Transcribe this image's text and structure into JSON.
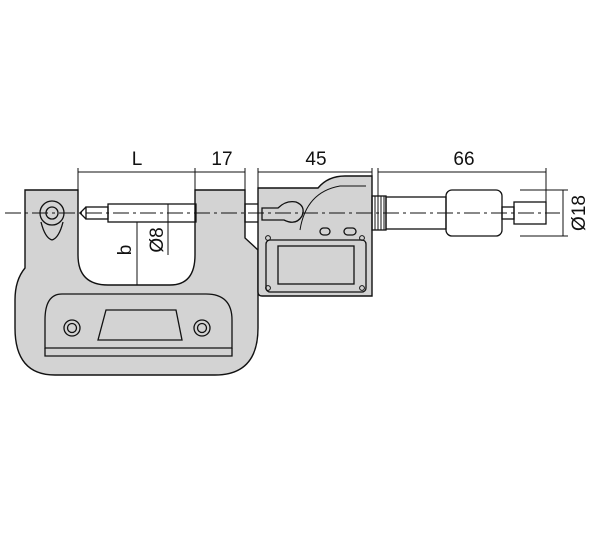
{
  "drawing": {
    "dimensions": {
      "anvil_length": "L",
      "anvil_height": "b",
      "anvil_diameter": "Ø8",
      "spindle_length": "17",
      "display_width": "45",
      "thimble_length": "66",
      "thimble_diameter": "Ø18"
    },
    "colors": {
      "body_fill": "#d3d3d3",
      "line": "#111111",
      "background": "#ffffff"
    }
  }
}
